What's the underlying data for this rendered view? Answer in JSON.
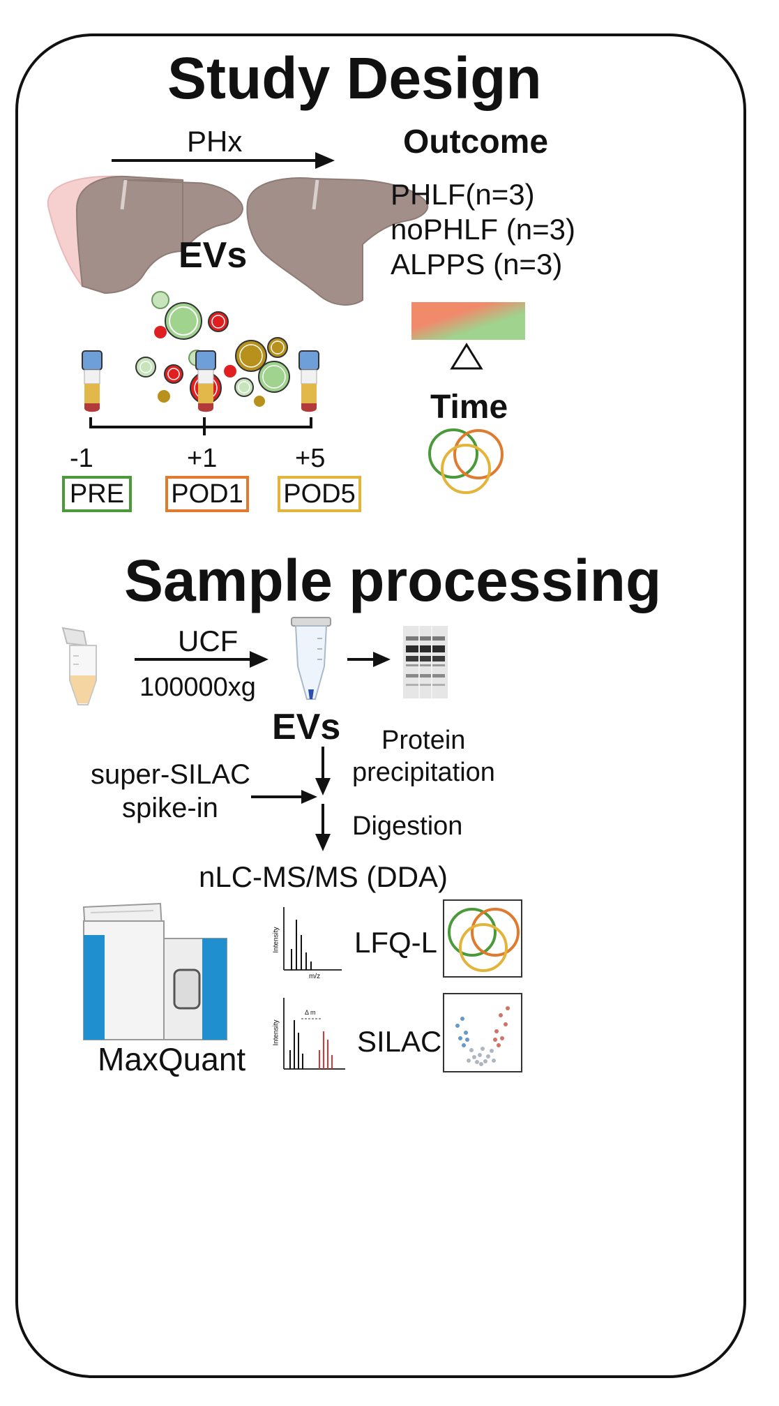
{
  "title": "Study Design",
  "study": {
    "arrow_label": "PHx",
    "evs_label": "EVs",
    "outcome_title": "Outcome",
    "groups": [
      "PHLF(n=3)",
      "noPHLF (n=3)",
      "ALPPS (n=3)"
    ],
    "time_label": "Time",
    "timepoints": [
      {
        "day": "-1",
        "label": "PRE",
        "color": "#4a9a3a"
      },
      {
        "day": "+1",
        "label": "POD1",
        "color": "#e07a2e"
      },
      {
        "day": "+5",
        "label": "POD5",
        "color": "#e3b43a"
      }
    ]
  },
  "processing": {
    "title": "Sample processing",
    "ucf_label": "UCF",
    "speed_label": "100000xg",
    "evs_label": "EVs",
    "protein_label": "Protein",
    "precipitation_label": "precipitation",
    "silac_line1": "super-SILAC",
    "silac_line2": "spike-in",
    "digestion_label": "Digestion",
    "ms_label": "nLC-MS/MS (DDA)",
    "software_label": "MaxQuant",
    "lfq_label": "LFQ-L",
    "silac_label": "SILAC",
    "spectrum_ylabel": "Intensity",
    "spectrum_xlabel": "m/z",
    "delta_label": "Δ m"
  },
  "colors": {
    "liver": "#a38f8a",
    "liver_resected": "#f6cfcf",
    "green": "#4a9a3a",
    "orange": "#e07a2e",
    "yellow": "#e3b43a",
    "red": "#e02020",
    "tube_cap": "#6f9fd8",
    "serum": "#e2b84a",
    "blood": "#b23a3a"
  }
}
